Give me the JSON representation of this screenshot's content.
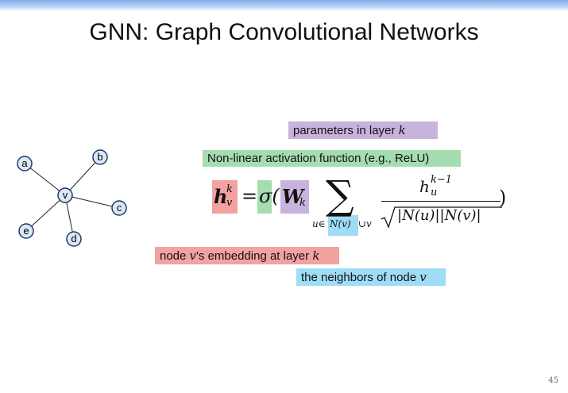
{
  "slide": {
    "title": "GNN: Graph Convolutional Networks",
    "page_number": "45"
  },
  "graph": {
    "center": "v",
    "neighbors": [
      "a",
      "b",
      "c",
      "d",
      "e"
    ]
  },
  "labels": {
    "params": {
      "text": "parameters in layer ",
      "var": "k"
    },
    "activation": "Non-linear activation function (e.g., ReLU)",
    "embedding": {
      "pre": "node ",
      "var1": "v",
      "mid": "'s embedding at layer ",
      "var2": "k"
    },
    "neighbors": {
      "text": "the neighbors of node ",
      "var": "v"
    }
  },
  "formula": {
    "h": "h",
    "h_sub": "v",
    "h_sup": "k",
    "equals": "=",
    "sigma": "σ(",
    "W": "W",
    "W_sub": "k",
    "sum": "∑",
    "sum_sub_pre": "u∈",
    "sum_sub_N": "N(v)",
    "sum_sub_post": "∪v",
    "num": "h",
    "num_sub": "u",
    "num_sup": "k−1",
    "den": "|N(u)||N(v)|",
    "close": ")"
  },
  "colors": {
    "purple": "#c9b3dd",
    "green": "#a5dcb0",
    "red": "#f3a2a2",
    "blue": "#9fdcf5",
    "node_fill": "#dde8f7",
    "node_stroke": "#1f3a6a"
  }
}
